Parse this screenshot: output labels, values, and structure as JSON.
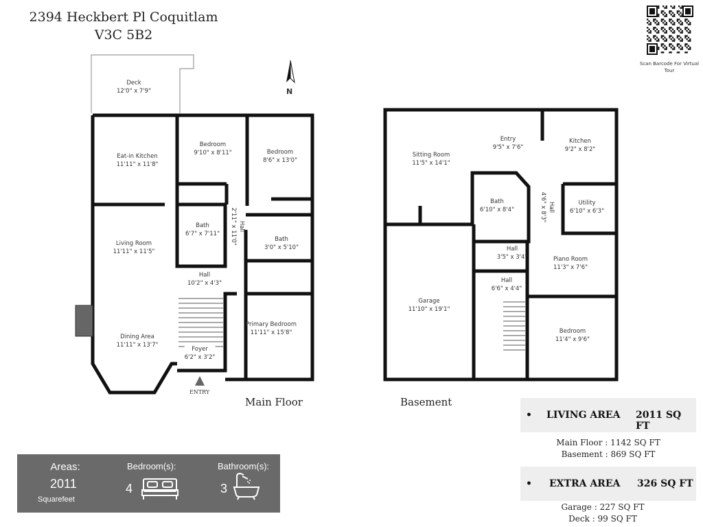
{
  "header": {
    "address_line1": "2394 Heckbert Pl  Coquitlam",
    "address_line2": "V3C 5B2"
  },
  "qr": {
    "caption": "Scan Barcode For Virtual Tour"
  },
  "compass": {
    "label": "N"
  },
  "main_floor": {
    "label": "Main Floor",
    "entry_label": "ENTRY",
    "rooms": [
      {
        "name": "Deck",
        "size": "12'0\" x 7'9\""
      },
      {
        "name": "Eat-in Kitchen",
        "size": "11'11\" x 11'8\""
      },
      {
        "name": "Bedroom",
        "size": "9'10\" x 8'11\""
      },
      {
        "name": "Bedroom",
        "size": "8'6\" x 13'0\""
      },
      {
        "name": "Bath",
        "size": "6'7\" x 7'11\""
      },
      {
        "name": "Hall",
        "size": "2'11\" x 11'0\""
      },
      {
        "name": "Bath",
        "size": "3'0\" x 5'10\""
      },
      {
        "name": "Living Room",
        "size": "11'11\" x 11'5\""
      },
      {
        "name": "Hall",
        "size": "10'2\" x 4'3\""
      },
      {
        "name": "Dining Area",
        "size": "11'11\" x 13'7\""
      },
      {
        "name": "Primary Bedroom",
        "size": "11'11\" x 15'8\""
      },
      {
        "name": "Foyer",
        "size": "6'2\" x 3'2\""
      }
    ]
  },
  "basement": {
    "label": "Basement",
    "rooms": [
      {
        "name": "Sitting Room",
        "size": "11'5\" x 14'1\""
      },
      {
        "name": "Entry",
        "size": "9'5\" x 7'6\""
      },
      {
        "name": "Kitchen",
        "size": "9'2\" x 8'2\""
      },
      {
        "name": "Bath",
        "size": "6'10\" x 8'4\""
      },
      {
        "name": "Hall",
        "size": "4'6\" x 8'3\""
      },
      {
        "name": "Utility",
        "size": "6'10\" x 6'3\""
      },
      {
        "name": "Hall",
        "size": "3'5\" x 3'4\""
      },
      {
        "name": "Piano Room",
        "size": "11'3\" x 7'6\""
      },
      {
        "name": "Hall",
        "size": "6'6\" x 4'4\""
      },
      {
        "name": "Garage",
        "size": "11'10\" x 19'1\""
      },
      {
        "name": "Bedroom",
        "size": "11'4\" x 9'6\""
      }
    ]
  },
  "areas": {
    "living": {
      "label": "LIVING AREA",
      "value": "2011 SQ FT",
      "details": [
        "Main Floor : 1142  SQ FT",
        "Basement : 869 SQ FT"
      ]
    },
    "extra": {
      "label": "EXTRA AREA",
      "value": "326 SQ FT",
      "details": [
        "Garage :  227 SQ FT",
        "Deck :  99 SQ FT"
      ]
    }
  },
  "stats": {
    "areas_label": "Areas:",
    "areas_value": "2011",
    "areas_unit": "Squarefeet",
    "bedrooms_label": "Bedroom(s):",
    "bedrooms_value": "4",
    "bed_icon": "bed-icon",
    "bathrooms_label": "Bathroom(s):",
    "bathrooms_value": "3",
    "bath_icon": "bathtub-icon",
    "panel_color": "#6a6a6a"
  }
}
